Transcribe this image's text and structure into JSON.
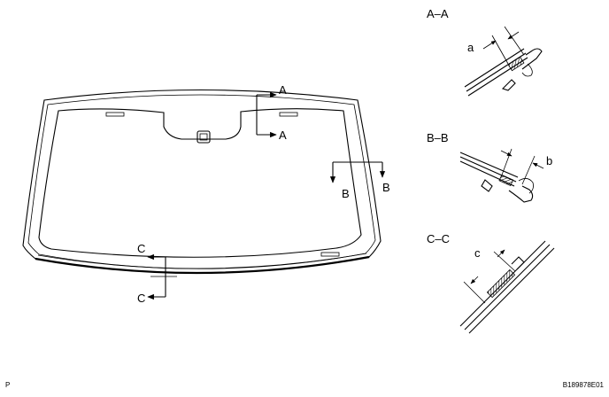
{
  "section_labels": {
    "a_cut_top": "A",
    "a_cut_bottom": "A",
    "b_cut_left": "B",
    "b_cut_right": "B",
    "c_cut_top": "C",
    "c_cut_bottom": "C"
  },
  "details": {
    "aa": {
      "title": "A–A",
      "dim_label": "a"
    },
    "bb": {
      "title": "B–B",
      "dim_label": "b"
    },
    "cc": {
      "title": "C–C",
      "dim_label": "c"
    }
  },
  "footer": {
    "left_code": "P",
    "figure_id": "B189878E01"
  }
}
